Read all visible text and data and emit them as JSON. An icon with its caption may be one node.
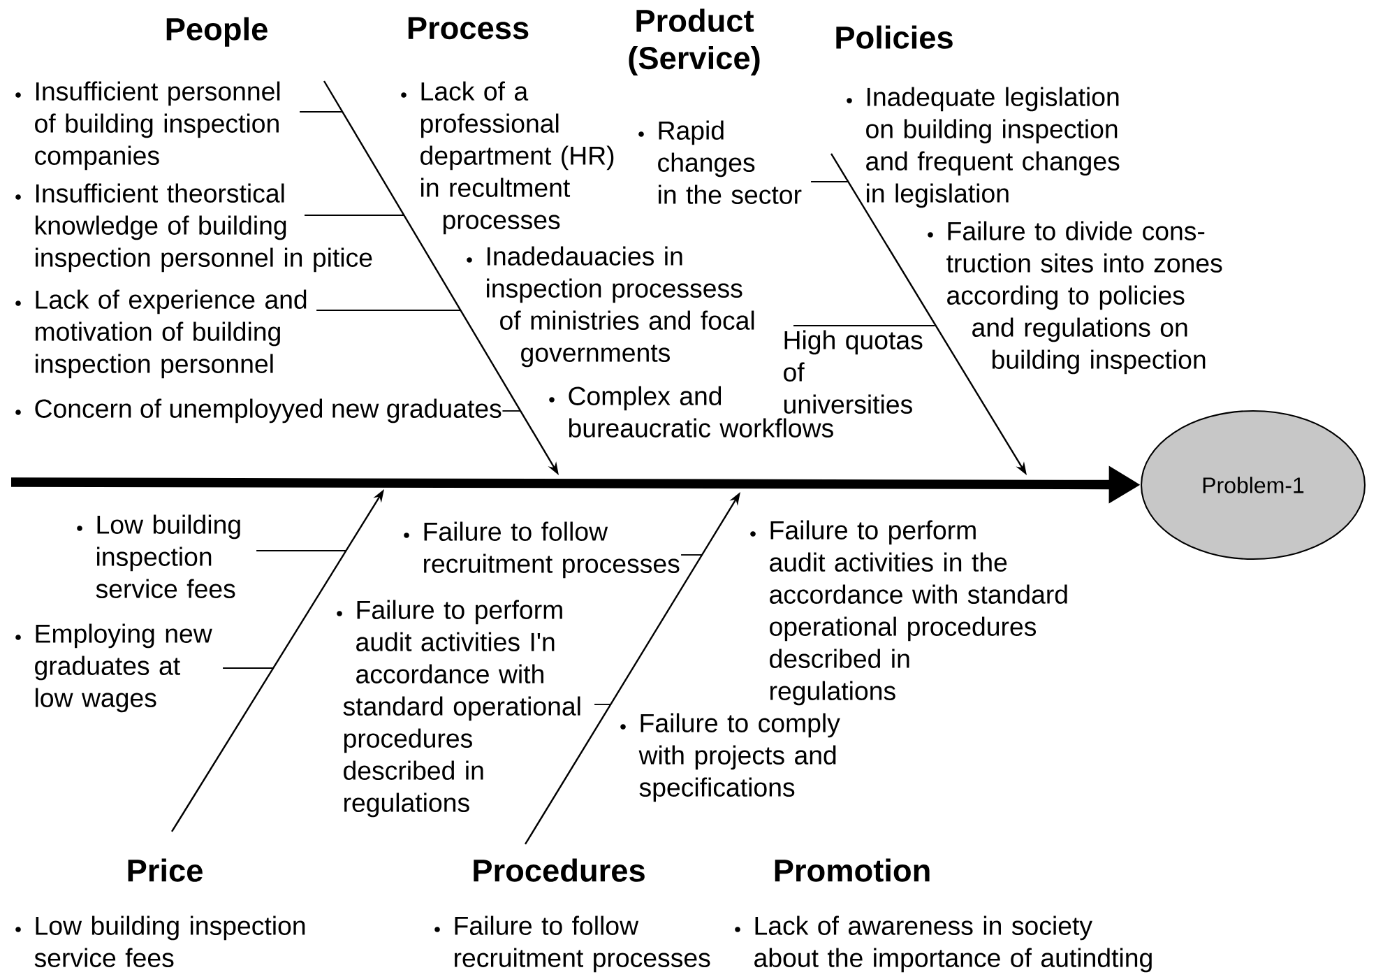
{
  "diagram": {
    "nodes": [
      {
        "text": [
          "Insufficient personnel of building inspection companies"
        ]
      },
      {
        "text": [
          "Insufficient theorstical knowledge of building inspection personnel in pitice"
        ]
      },
      {
        "text": [
          "Lack of experience and motivation of building inspection personnel"
        ]
      },
      {
        "text": [
          "Concern of unemployyed new graduates"
        ]
      },
      {
        "text": [
          "Rapid changes in the sector"
        ]
      },
      {
        "text": [
          "High quotas of universities"
        ]
      },
      {
        "text": [
          "Problem-1"
        ]
      },
      {
        "text": [
          "Low building inspection service fees"
        ]
      },
      {
        "text": [
          "Employing new graduates at low wages"
        ]
      },
      {
        "text": [
          "Failure to follow recruitment processes"
        ]
      },
      {
        "text": [
          "Failure to perform audit activities I'n accordance with standard operational procedures described in regulations"
        ]
      }
    ],
    "edges": [
      {
        "from": null,
        "to": 6,
        "arrow": "to",
        "style": "thick"
      },
      {
        "from": 0,
        "to": null,
        "arrow": "none"
      },
      {
        "from": 1,
        "to": null,
        "arrow": "none"
      },
      {
        "from": 2,
        "to": null,
        "arrow": "none"
      },
      {
        "from": 3,
        "to": null,
        "arrow": "none"
      },
      {
        "from": 4,
        "to": null,
        "arrow": "none"
      },
      {
        "from": 5,
        "to": null,
        "arrow": "none"
      },
      {
        "from": 7,
        "to": null,
        "arrow": "none"
      },
      {
        "from": 8,
        "to": null,
        "arrow": "none"
      },
      {
        "from": 9,
        "to": null,
        "arrow": "none"
      },
      {
        "from": 10,
        "to": null,
        "arrow": "none"
      }
    ],
    "labels": [
      "People",
      "Process",
      "Product (Service)",
      "Policies",
      "Lack of a professional department (HR) in recultment processes",
      "Inadedauacies in inspection processess of ministries and focal governments",
      "Complex and bureaucratic workflows",
      "Inadequate legislation on building inspection and frequent changes in legislation",
      "Failure to divide cons- truction sites into zones according to policies and regulations on building inspection",
      "Failure to perform audit activities in the accordance with standard operational procedures described in regulations",
      "Failure to comply with projects and specifications",
      "Price",
      "Procedures",
      "Promotion",
      "Low building inspection service fees",
      "Failure to follow recruitment processes",
      "Lack of awareness in society about the importance of autindting"
    ]
  }
}
